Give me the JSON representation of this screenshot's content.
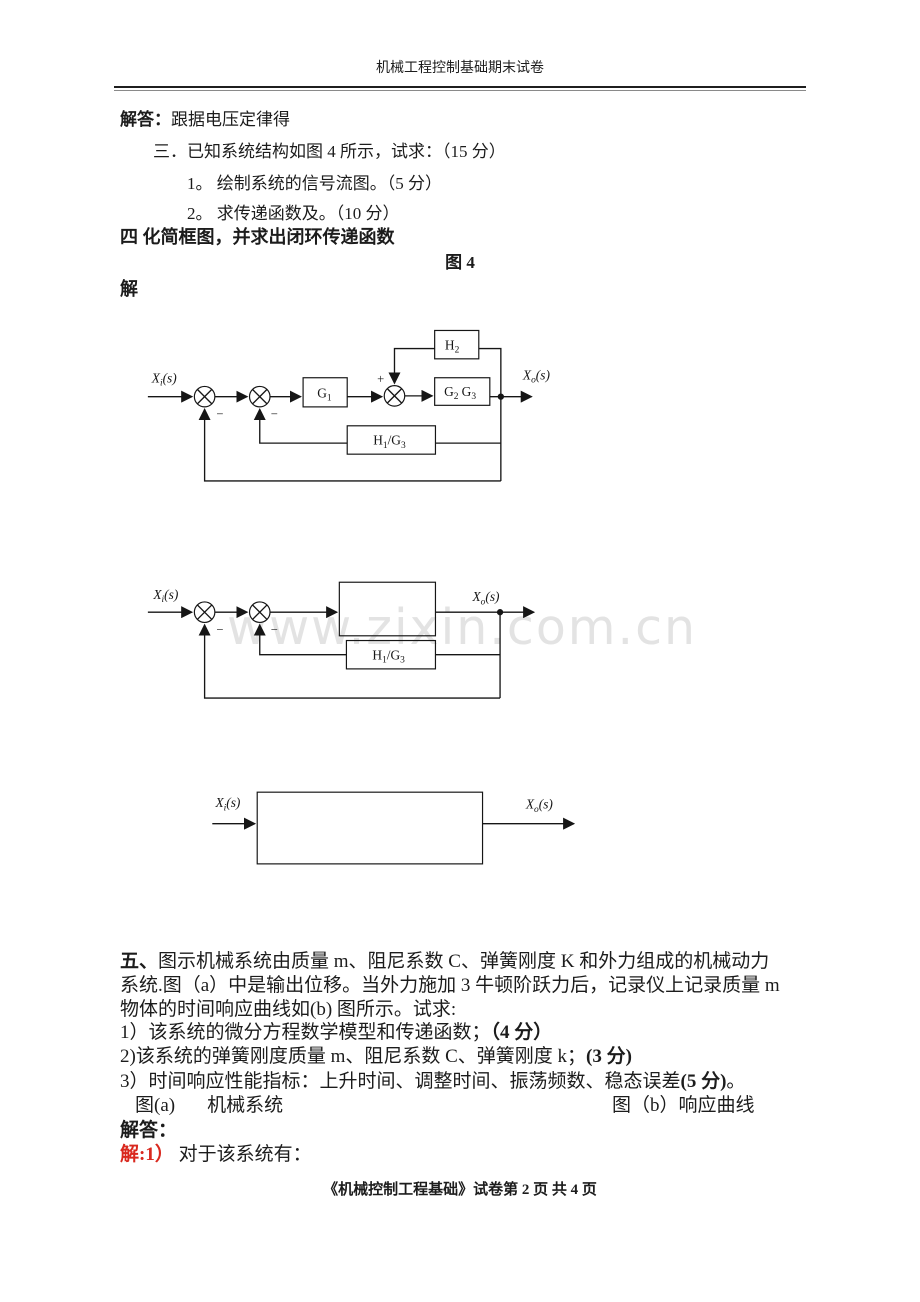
{
  "header": {
    "title": "机械工程控制基础期末试卷"
  },
  "footer": {
    "text": "《机械控制工程基础》试卷第 2 页 共 4 页"
  },
  "colors": {
    "ink": "#1c1c1c",
    "solution_red": "#d9281e",
    "watermark_gray": "#e3e3e3"
  },
  "watermark": {
    "text": "www.zixin.com.cn"
  },
  "section_top": {
    "answer_lead_bold": "解答：",
    "answer_lead_rest": "跟据电压定律得",
    "q3": "三．已知系统结构如图 4 所示，试求：（15 分）",
    "q3_item1": "1。 绘制系统的信号流图。（5 分）",
    "q3_item2": "2。 求传递函数及。（10 分）",
    "q4_heading": "四 化简框图，并求出闭环传递函数",
    "figure_caption": "图 4",
    "solution_label": "解"
  },
  "diagram1": {
    "input": {
      "base": "X",
      "sub": "i",
      "tail": "(s)"
    },
    "output": {
      "base": "X",
      "sub": "o",
      "tail": "(s)"
    },
    "g1": {
      "b1": "G",
      "s1": "1"
    },
    "g2g3": {
      "b1": "G",
      "s1": "2",
      "b2": "G",
      "s2": "3"
    },
    "h2": {
      "b1": "H",
      "s1": "2"
    },
    "h1g3": {
      "b1": "H",
      "s1": "1",
      "b2": "/G",
      "s2": "3"
    },
    "plus": "+",
    "minus1": "−",
    "minus2": "−"
  },
  "diagram2": {
    "input": {
      "base": "X",
      "sub": "i",
      "tail": "(s)"
    },
    "output": {
      "base": "X",
      "sub": "o",
      "tail": "(s)"
    },
    "h1g3": {
      "b1": "H",
      "s1": "1",
      "b2": "/G",
      "s2": "3"
    },
    "minus1": "−",
    "minus2": "−"
  },
  "diagram3": {
    "input": {
      "base": "X",
      "sub": "i",
      "tail": "(s)"
    },
    "output": {
      "base": "X",
      "sub": "o",
      "tail": "(s)"
    }
  },
  "section5": {
    "line1_bold": "五、",
    "line1_rest": "图示机械系统由质量 m、阻尼系数 C、弹簧刚度 K 和外力组成的机械动力",
    "line2": "系统.图（a）中是输出位移。当外力施加 3 牛顿阶跃力后，记录仪上记录质量 m",
    "line3": "物体的时间响应曲线如(b) 图所示。试求:",
    "item1_text": "1）该系统的微分方程数学模型和传递函数；",
    "item1_score": "（4 分）",
    "item2_text": "2)该系统的弹簧刚度质量 m、阻尼系数 C、弹簧刚度 k；",
    "item2_score": "(3 分)",
    "item3_text": "3）时间响应性能指标：上升时间、调整时间、振荡频数、稳态误差",
    "item3_score": "(5 分)",
    "item3_tail": "。",
    "caption_a_label": "图(a)",
    "caption_a_text": "机械系统",
    "caption_b": "图（b）响应曲线",
    "answer_label": "解答：",
    "solution_red": "解:1）",
    "solution_rest": "对于该系统有："
  }
}
